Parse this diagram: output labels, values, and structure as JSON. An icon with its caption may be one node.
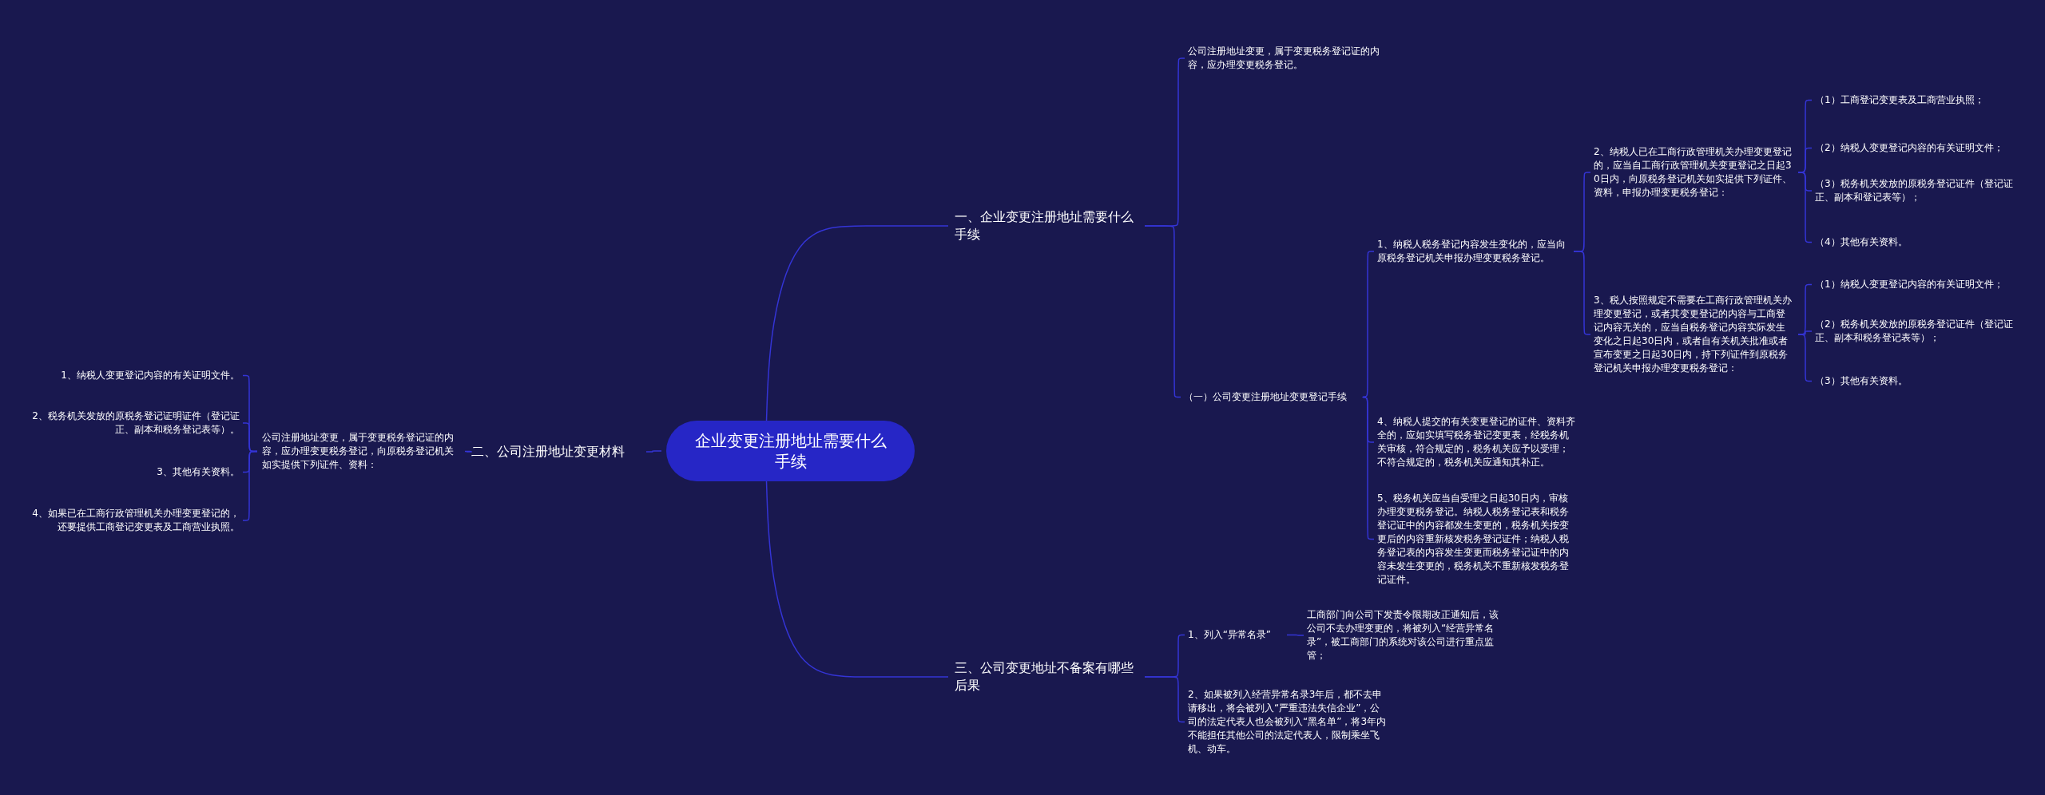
{
  "diagram": {
    "nodes": [
      {
        "text": [
          "企业变更注册地址需要什么手续"
        ]
      },
      {
        "text": [
          "一、企业变更注册地址需要什么手续"
        ]
      },
      {
        "text": [
          "公司注册地址变更，属于变更税务登记证的内容，应办理变更税务登记。"
        ]
      },
      {
        "text": [
          "（一）公司变更注册地址变更登记手续"
        ]
      },
      {
        "text": [
          "1、纳税人税务登记内容发生变化的，应当向原税务登记机关申报办理变更税务登记。"
        ]
      },
      {
        "text": [
          "2、纳税人已在工商行政管理机关办理变更登记的，应当自工商行政管理机关变更登记之日起30日内，向原税务登记机关如实提供下列证件、资料，申报办理变更税务登记："
        ]
      },
      {
        "text": [
          "（1）工商登记变更表及工商营业执照；"
        ]
      },
      {
        "text": [
          "（2）纳税人变更登记内容的有关证明文件；"
        ]
      },
      {
        "text": [
          "（3）税务机关发放的原税务登记证件（登记证正、副本和登记表等）；"
        ]
      },
      {
        "text": [
          "（4）其他有关资料。"
        ]
      },
      {
        "text": [
          "3、税人按照规定不需要在工商行政管理机关办理变更登记，或者其变更登记的内容与工商登记内容无关的，应当自税务登记内容实际发生变化之日起30日内，或者自有关机关批准或者宣布变更之日起30日内，持下列证件到原税务登记机关申报办理变更税务登记："
        ]
      },
      {
        "text": [
          "（1）纳税人变更登记内容的有关证明文件；"
        ]
      },
      {
        "text": [
          "（2）税务机关发放的原税务登记证件（登记证正、副本和税务登记表等）；"
        ]
      },
      {
        "text": [
          "（3）其他有关资料。"
        ]
      },
      {
        "text": [
          "4、纳税人提交的有关变更登记的证件、资料齐全的，应如实填写税务登记变更表，经税务机关审核，符合规定的，税务机关应予以受理；不符合规定的，税务机关应通知其补正。"
        ]
      },
      {
        "text": [
          "5、税务机关应当自受理之日起30日内，审核办理变更税务登记。纳税人税务登记表和税务登记证中的内容都发生变更的，税务机关按变更后的内容重新核发税务登记证件；纳税人税务登记表的内容发生变更而税务登记证中的内容未发生变更的，税务机关不重新核发税务登记证件。"
        ]
      },
      {
        "text": [
          "二、公司注册地址变更材料"
        ]
      },
      {
        "text": [
          "公司注册地址变更，属于变更税务登记证的内容，应办理变更税务登记，向原税务登记机关如实提供下列证件、资料："
        ]
      },
      {
        "text": [
          "1、纳税人变更登记内容的有关证明文件。"
        ]
      },
      {
        "text": [
          "2、税务机关发放的原税务登记证明证件（登记证正、副本和税务登记表等）。"
        ]
      },
      {
        "text": [
          "3、其他有关资料。"
        ]
      },
      {
        "text": [
          "4、如果已在工商行政管理机关办理变更登记的，还要提供工商登记变更表及工商营业执照。"
        ]
      },
      {
        "text": [
          "三、公司变更地址不备案有哪些后果"
        ]
      },
      {
        "text": [
          "1、列入“异常名录”"
        ]
      },
      {
        "text": [
          "工商部门向公司下发责令限期改正通知后，该公司不去办理变更的，将被列入“经营异常名录”，被工商部门的系统对该公司进行重点监管；"
        ]
      },
      {
        "text": [
          "2、如果被列入经营异常名录3年后，都不去申请移出，将会被列入“严重违法失信企业”，公司的法定代表人也会被列入“黑名单”，将3年内不能担任其他公司的法定代表人，限制乘坐飞机、动车。"
        ]
      }
    ],
    "edges": [
      {
        "from": 0,
        "to": 1,
        "arrow": "none"
      },
      {
        "from": 0,
        "to": 16,
        "arrow": "none"
      },
      {
        "from": 0,
        "to": 22,
        "arrow": "none"
      },
      {
        "from": 1,
        "to": 2,
        "arrow": "none"
      },
      {
        "from": 1,
        "to": 3,
        "arrow": "none"
      },
      {
        "from": 3,
        "to": 4,
        "arrow": "none"
      },
      {
        "from": 4,
        "to": 5,
        "arrow": "none"
      },
      {
        "from": 5,
        "to": 6,
        "arrow": "none"
      },
      {
        "from": 5,
        "to": 7,
        "arrow": "none"
      },
      {
        "from": 5,
        "to": 8,
        "arrow": "none"
      },
      {
        "from": 5,
        "to": 9,
        "arrow": "none"
      },
      {
        "from": 4,
        "to": 10,
        "arrow": "none"
      },
      {
        "from": 10,
        "to": 11,
        "arrow": "none"
      },
      {
        "from": 10,
        "to": 12,
        "arrow": "none"
      },
      {
        "from": 10,
        "to": 13,
        "arrow": "none"
      },
      {
        "from": 3,
        "to": 14,
        "arrow": "none"
      },
      {
        "from": 3,
        "to": 15,
        "arrow": "none"
      },
      {
        "from": 16,
        "to": 17,
        "arrow": "none"
      },
      {
        "from": 17,
        "to": 18,
        "arrow": "none"
      },
      {
        "from": 17,
        "to": 19,
        "arrow": "none"
      },
      {
        "from": 17,
        "to": 20,
        "arrow": "none"
      },
      {
        "from": 17,
        "to": 21,
        "arrow": "none"
      },
      {
        "from": 22,
        "to": 23,
        "arrow": "none"
      },
      {
        "from": 23,
        "to": 24,
        "arrow": "none"
      },
      {
        "from": 22,
        "to": 25,
        "arrow": "none"
      }
    ]
  }
}
